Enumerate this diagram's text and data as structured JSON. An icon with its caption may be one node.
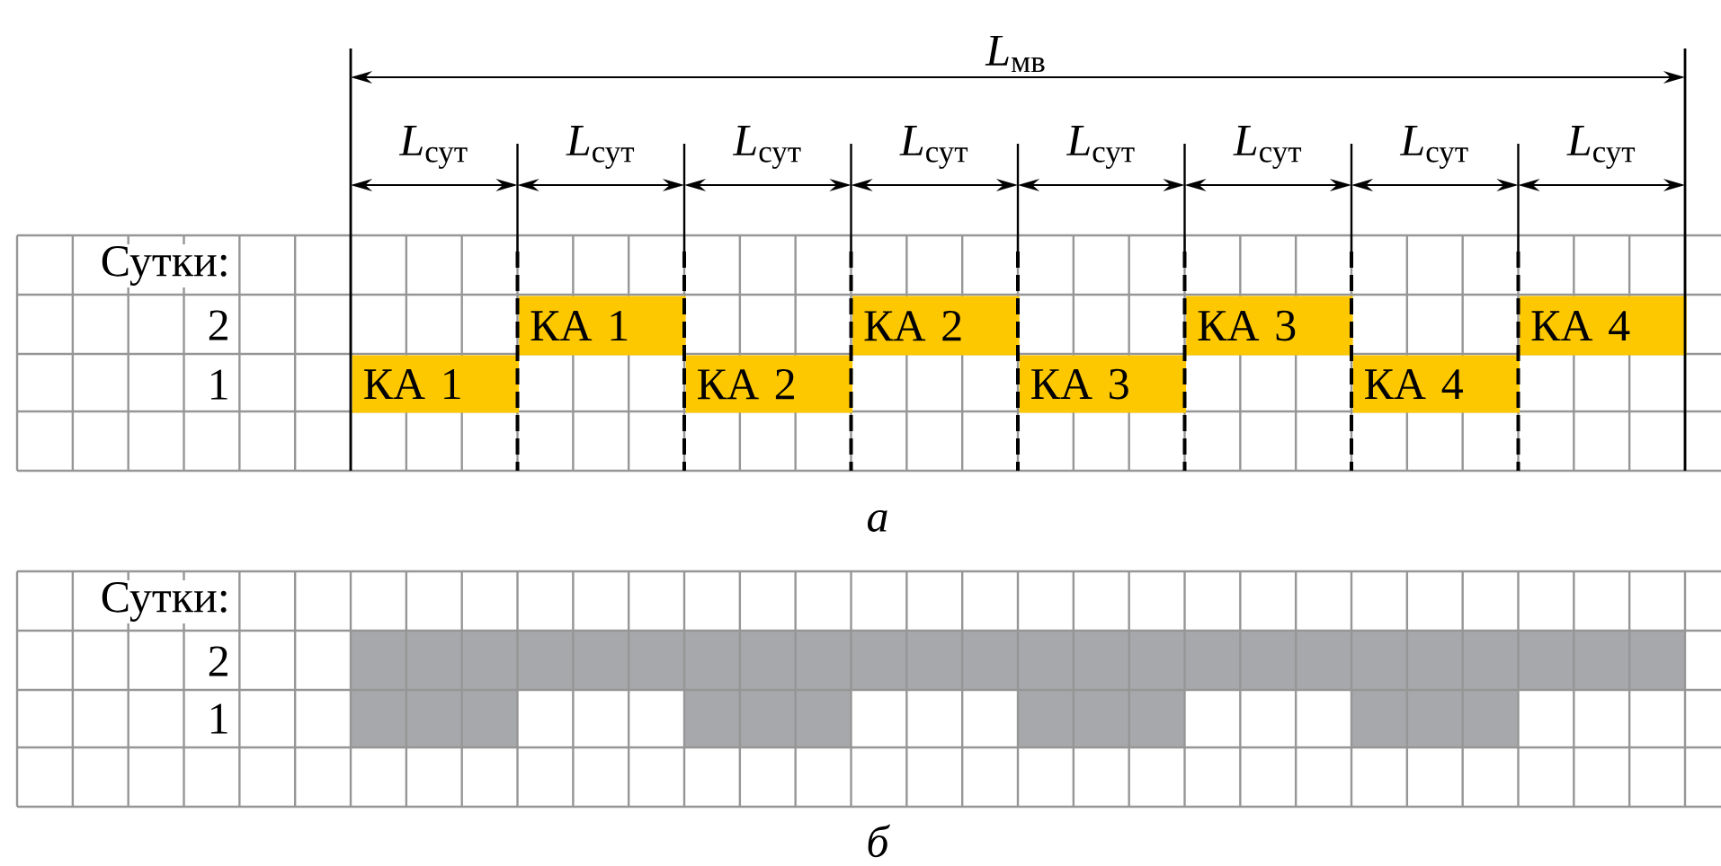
{
  "diagram": {
    "nodes": [
      {
        "text": [
          "КА 1"
        ]
      },
      {
        "text": [
          "КА 2"
        ]
      },
      {
        "text": [
          "КА 3"
        ]
      },
      {
        "text": [
          "КА 4"
        ]
      },
      {
        "text": [
          "КА 1"
        ]
      },
      {
        "text": [
          "КА 2"
        ]
      },
      {
        "text": [
          "КА 3"
        ]
      },
      {
        "text": [
          "КА 4"
        ]
      },
      {
        "text": [],
        "shape": "bar"
      },
      {
        "text": [],
        "shape": "bar"
      },
      {
        "text": [],
        "shape": "bar"
      },
      {
        "text": [],
        "shape": "bar"
      },
      {
        "text": [],
        "shape": "bar"
      }
    ],
    "labels": [
      "*L*$_{мв}$",
      "*L*$_{сут}$",
      "*L*$_{сут}$",
      "*L*$_{сут}$",
      "*L*$_{сут}$",
      "*L*$_{сут}$",
      "*L*$_{сут}$",
      "*L*$_{сут}$",
      "*L*$_{сут}$",
      "Сутки:",
      "2",
      "1",
      "а",
      "Сутки:",
      "2",
      "1",
      "б"
    ]
  }
}
